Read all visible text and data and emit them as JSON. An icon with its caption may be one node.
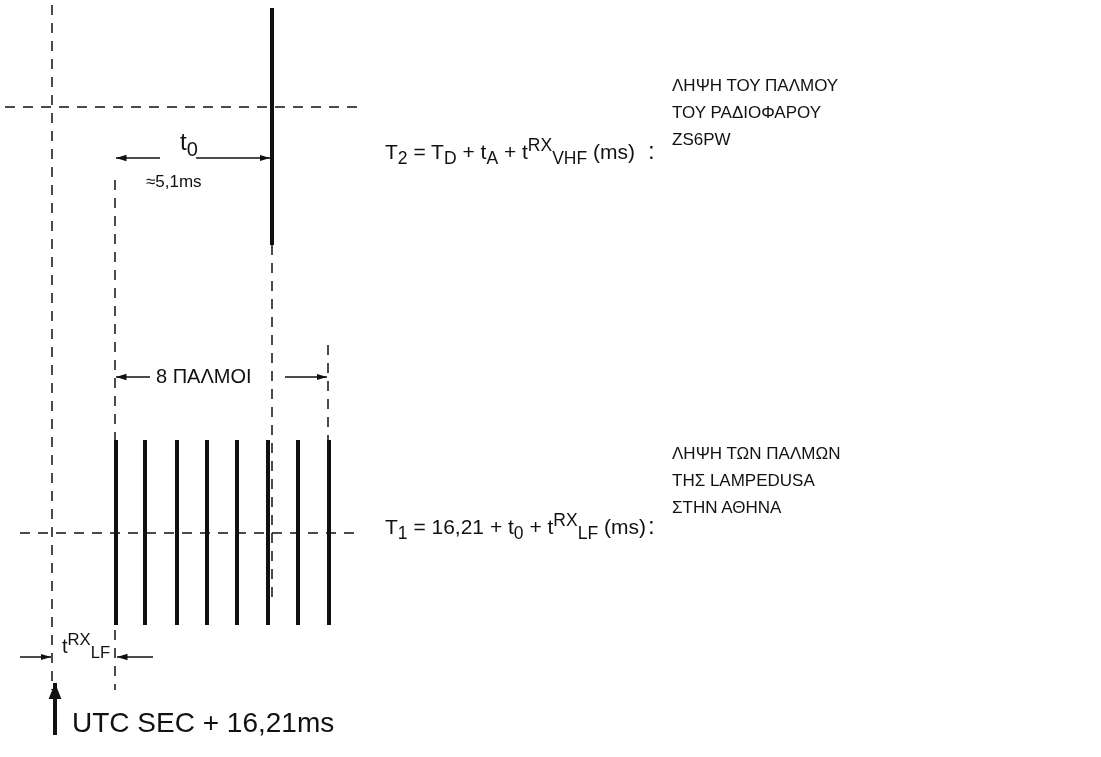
{
  "diagram": {
    "labels": [
      "t$_{0}$",
      "≈5,1ms",
      "T$_{2}$ = T$_{D}$ + t$_{A}$ + t$^{RX}$$_{VHF}$ (ms)",
      ":",
      "ΛΗΨΗ ΤΟΥ ΠΑΛΜΟΥ ΤΟΥ ΡΑΔΙΟΦΑΡΟΥ ZS6PW",
      "8 ΠΑΛΜΟΙ",
      "T$_{1}$ = 16,21 + t$_{0}$ + t$^{RX}$$_{LF}$ (ms)",
      ":",
      "ΛΗΨΗ ΤΩΝ ΠΑΛΜΩΝ ΤΗΣ LAMPEDUSA ΣΤΗΝ ΑΘΗΝΑ",
      "t$^{RX}$$_{LF}$",
      "UTC SEC + 16,21ms"
    ]
  }
}
